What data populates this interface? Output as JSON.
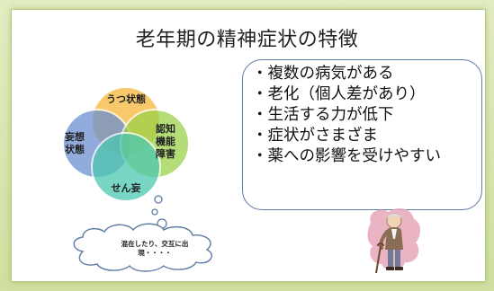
{
  "title": "老年期の精神症状の特徴",
  "venn": {
    "top": "うつ状態",
    "left": [
      "妄想",
      "状態"
    ],
    "right": [
      "認知",
      "機能",
      "障害"
    ],
    "bottom": "せん妄"
  },
  "callout": {
    "items": [
      "・複数の病気がある",
      "・老化（個人差があり）",
      "・生活する力が低下",
      "・症状がさまざま",
      "・薬への影響を受けやすい"
    ]
  },
  "cloud": {
    "text": [
      "混在したり、交互に出",
      "現・・・・"
    ]
  },
  "colors": {
    "orange": "#f5b73a",
    "green": "#9bd24a",
    "blue": "#6b8fd0",
    "teal": "#4cc7b0",
    "frame": "#b9cc86",
    "callout_border": "#5e7ba4"
  },
  "icons": [
    "elderly-person-with-cane-illustration"
  ]
}
